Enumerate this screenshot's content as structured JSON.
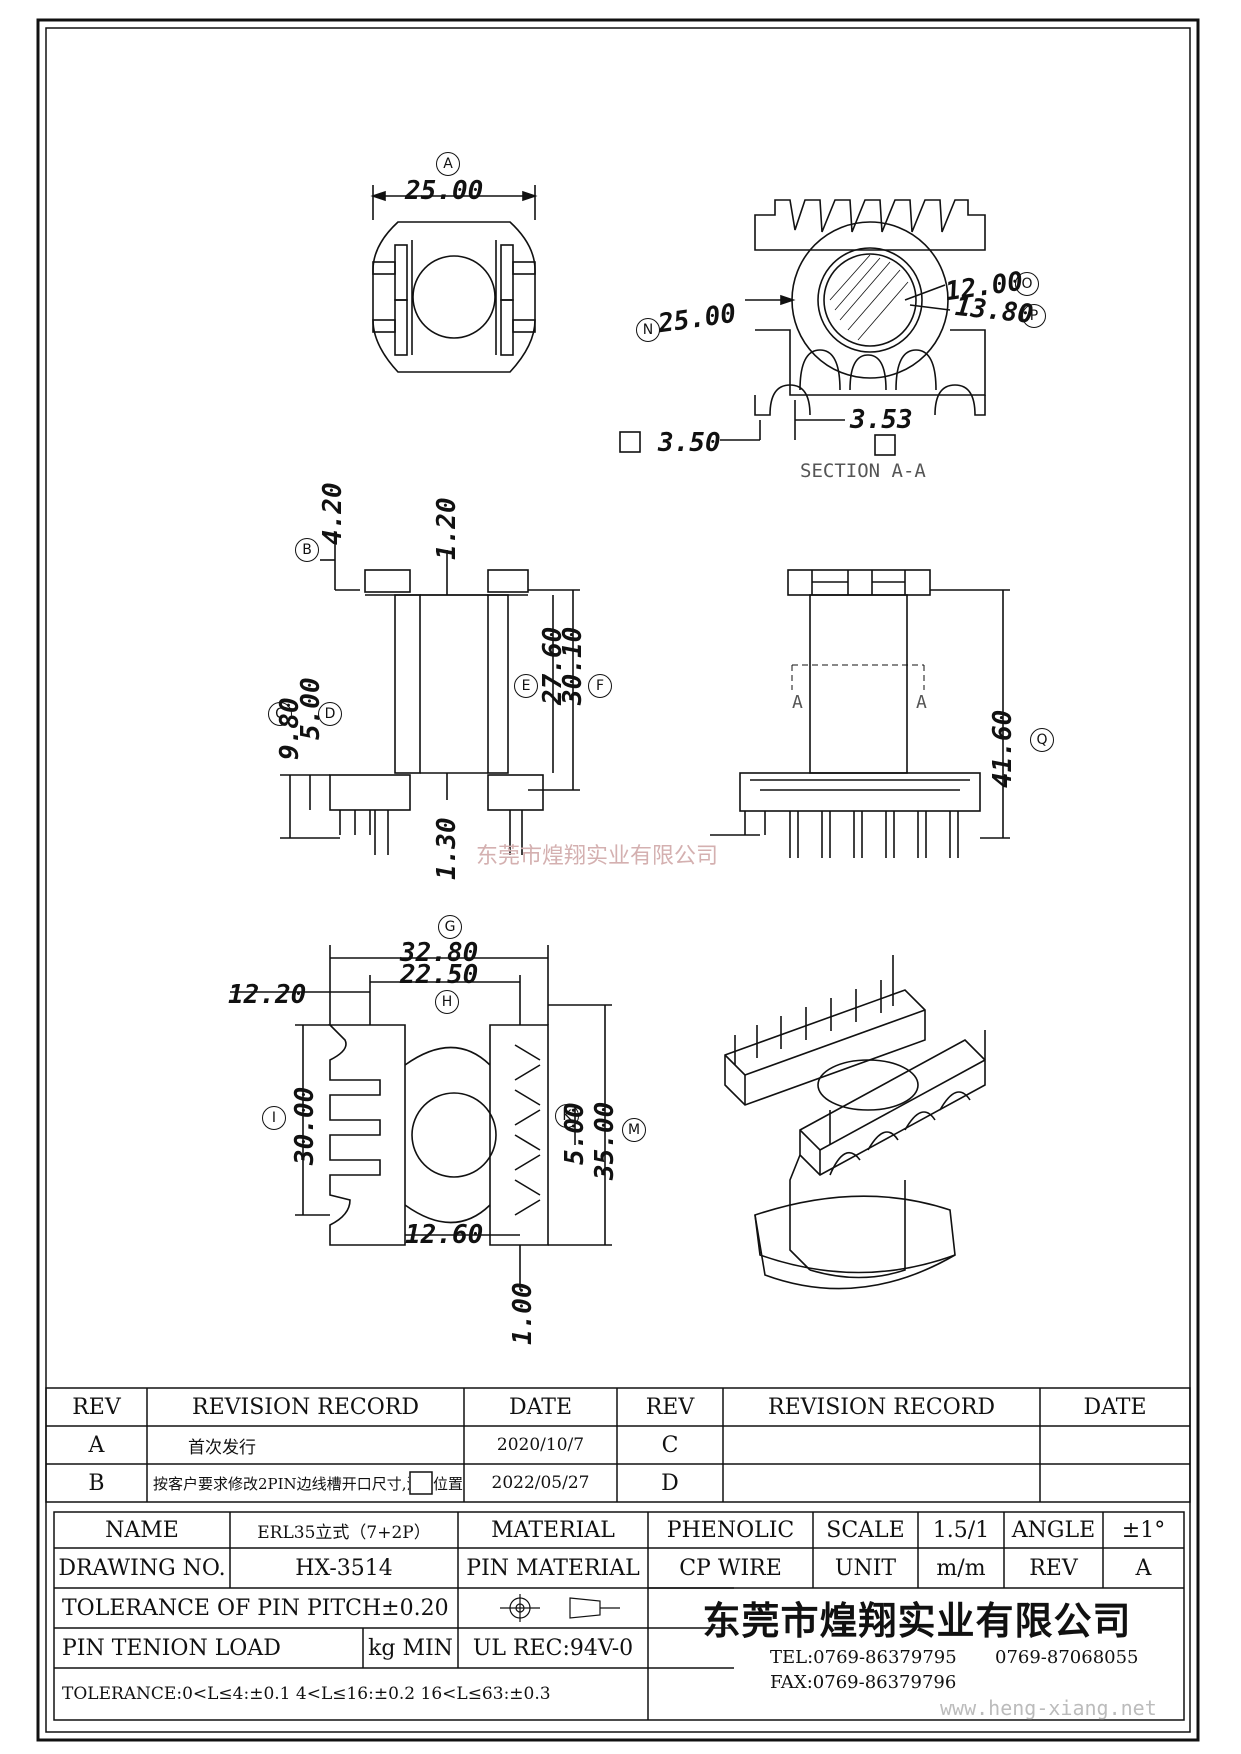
{
  "drawing": {
    "view_top_left": {
      "dim_width": "25.00",
      "tag": "A"
    },
    "view_section": {
      "dim_dia_outer": "25.00",
      "dim_dia_inner1": "12.00",
      "dim_dia_inner2": "13.80",
      "dim_slot": "3.53",
      "dim_square": "3.50",
      "tag_outer": "N",
      "tag_inner1": "O",
      "tag_inner2": "P",
      "section_label": "SECTION A-A"
    },
    "view_side": {
      "dim_top": "4.20",
      "dim_wall": "1.20",
      "dim_winding": "27.60",
      "dim_flange": "30.10",
      "dim_base": "9.80",
      "dim_pin": "5.00",
      "dim_bottom": "1.30",
      "tag_top": "B",
      "tag_winding": "E",
      "tag_flange": "F",
      "tag_base": "C",
      "tag_pin": "D"
    },
    "view_front": {
      "dim_height": "41.60",
      "tag_height": "Q",
      "section_mark": "A"
    },
    "view_bottom": {
      "dim_total_width": "32.80",
      "dim_inner_width": "22.50",
      "dim_left": "12.20",
      "dim_height_left": "30.00",
      "dim_pitch": "5.00",
      "dim_height_right": "35.00",
      "dim_gap": "12.60",
      "dim_pin_dia": "1.00",
      "tag_total": "G",
      "tag_inner": "H",
      "tag_left_h": "I",
      "tag_pitch": "K",
      "tag_right_h": "M"
    },
    "watermark": "东莞市煌翔实业有限公司"
  },
  "revision_table": {
    "headers": [
      "REV",
      "REVISION RECORD",
      "DATE",
      "REV",
      "REVISION RECORD",
      "DATE"
    ],
    "rows": [
      {
        "rev": "A",
        "record": "首次发行",
        "date": "2020/10/7",
        "rev2": "C",
        "record2": "",
        "date2": ""
      },
      {
        "rev": "B",
        "record": "按客户要求修改2PIN边线槽开口尺寸,注",
        "record_tail": "位置",
        "date": "2022/05/27",
        "rev2": "D",
        "record2": "",
        "date2": ""
      }
    ]
  },
  "title_block": {
    "name_label": "NAME",
    "name_value": "ERL35立式（7+2P）",
    "material_label": "MATERIAL",
    "material_value": "PHENOLIC",
    "scale_label": "SCALE",
    "scale_value": "1.5/1",
    "angle_label": "ANGLE",
    "angle_value": "±1°",
    "drawing_no_label": "DRAWING NO.",
    "drawing_no_value": "HX-3514",
    "pin_material_label": "PIN MATERIAL",
    "pin_material_value": "CP WIRE",
    "unit_label": "UNIT",
    "unit_value": "m/m",
    "rev_label": "REV",
    "rev_value": "A",
    "tol_pitch": "TOLERANCE OF PIN PITCH±0.20",
    "pin_tension_label": "PIN TENION LOAD",
    "pin_tension_unit": "kg MIN",
    "ul_rec": "UL REC:94V-0",
    "tol_general": "TOLERANCE:0<L≤4:±0.1  4<L≤16:±0.2  16<L≤63:±0.3",
    "company": "东莞市煌翔实业有限公司",
    "tel_label": "TEL:0769-86379795",
    "tel2": "0769-87068055",
    "fax_label": "FAX:0769-86379796",
    "website": "www.heng-xiang.net"
  }
}
